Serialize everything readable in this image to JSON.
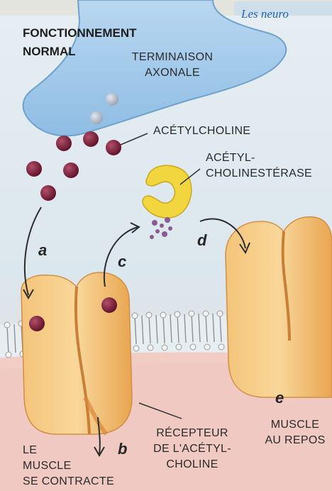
{
  "header_text": "Les neuro",
  "title": [
    "FONCTIONNEMENT",
    "NORMAL"
  ],
  "labels": {
    "axon_terminal": [
      "TERMINAISON",
      "AXONALE"
    ],
    "acetylcholine": "ACÉTYLCHOLINE",
    "enzyme": [
      "ACÉTYL-",
      "CHOLINESTÉRASE"
    ],
    "receptor": [
      "RÉCEPTEUR",
      "DE L'ACÉTYL-",
      "CHOLINE"
    ],
    "muscle_contracts": [
      "LE",
      "MUSCLE",
      "SE CONTRACTE"
    ],
    "muscle_rest": [
      "MUSCLE",
      "AU REPOS"
    ]
  },
  "steps": [
    "a",
    "b",
    "c",
    "d",
    "e"
  ],
  "colors": {
    "background": "#dfe9ee",
    "axon": "#9fc6e8",
    "molecule": "#7a1e35",
    "enzyme": "#f2d640",
    "receptor": "#f2b35e",
    "muscle": "#f1c9c4"
  }
}
